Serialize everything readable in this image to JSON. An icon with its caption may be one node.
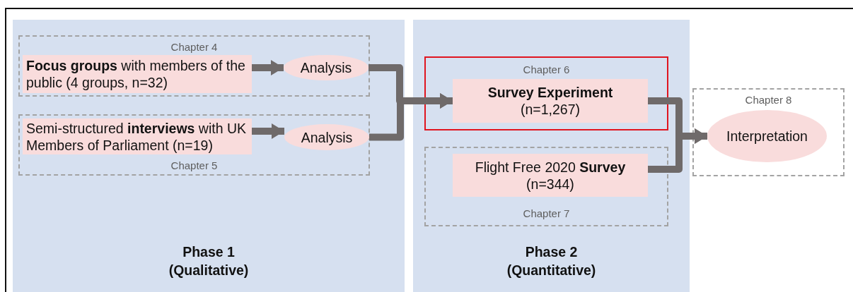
{
  "diagram": {
    "nodes": [
      {
        "text": [
          "Phase 1 (Qualitative)"
        ]
      },
      {
        "text": [
          "Chapter 4"
        ],
        "in": 0
      },
      {
        "text": [
          "**Focus groups** with members of the public (4 groups, n=32)"
        ],
        "in": 1
      },
      {
        "text": [
          "Analysis"
        ],
        "in": 1
      },
      {
        "text": [
          "Chapter 5"
        ],
        "in": 0
      },
      {
        "text": [
          "Semi-structured **interviews** with UK Members of Parliament (n=19)"
        ],
        "in": 4
      },
      {
        "text": [
          "Analysis"
        ],
        "in": 4
      },
      {
        "text": [
          "Phase 2 (Quantitative)"
        ]
      },
      {
        "text": [
          "Chapter 6"
        ],
        "in": 7
      },
      {
        "text": [
          "**Survey Experiment** (n=1,267)"
        ],
        "in": 8
      },
      {
        "text": [
          "Chapter 7"
        ],
        "in": 7
      },
      {
        "text": [
          "Flight Free 2020 **Survey** (n=344)"
        ],
        "in": 10
      },
      {
        "text": [
          "Chapter 8"
        ]
      },
      {
        "text": [
          "Interpretation"
        ],
        "in": 12
      }
    ],
    "edges": [
      {
        "from": 2,
        "to": 3,
        "arrow": "to"
      },
      {
        "from": 5,
        "to": 6,
        "arrow": "to"
      },
      {
        "from": 3,
        "to": 9,
        "arrow": "to"
      },
      {
        "from": 6,
        "to": 9,
        "arrow": "to"
      },
      {
        "from": 9,
        "to": 13,
        "arrow": "to"
      },
      {
        "from": 11,
        "to": 13,
        "arrow": "to"
      }
    ]
  }
}
